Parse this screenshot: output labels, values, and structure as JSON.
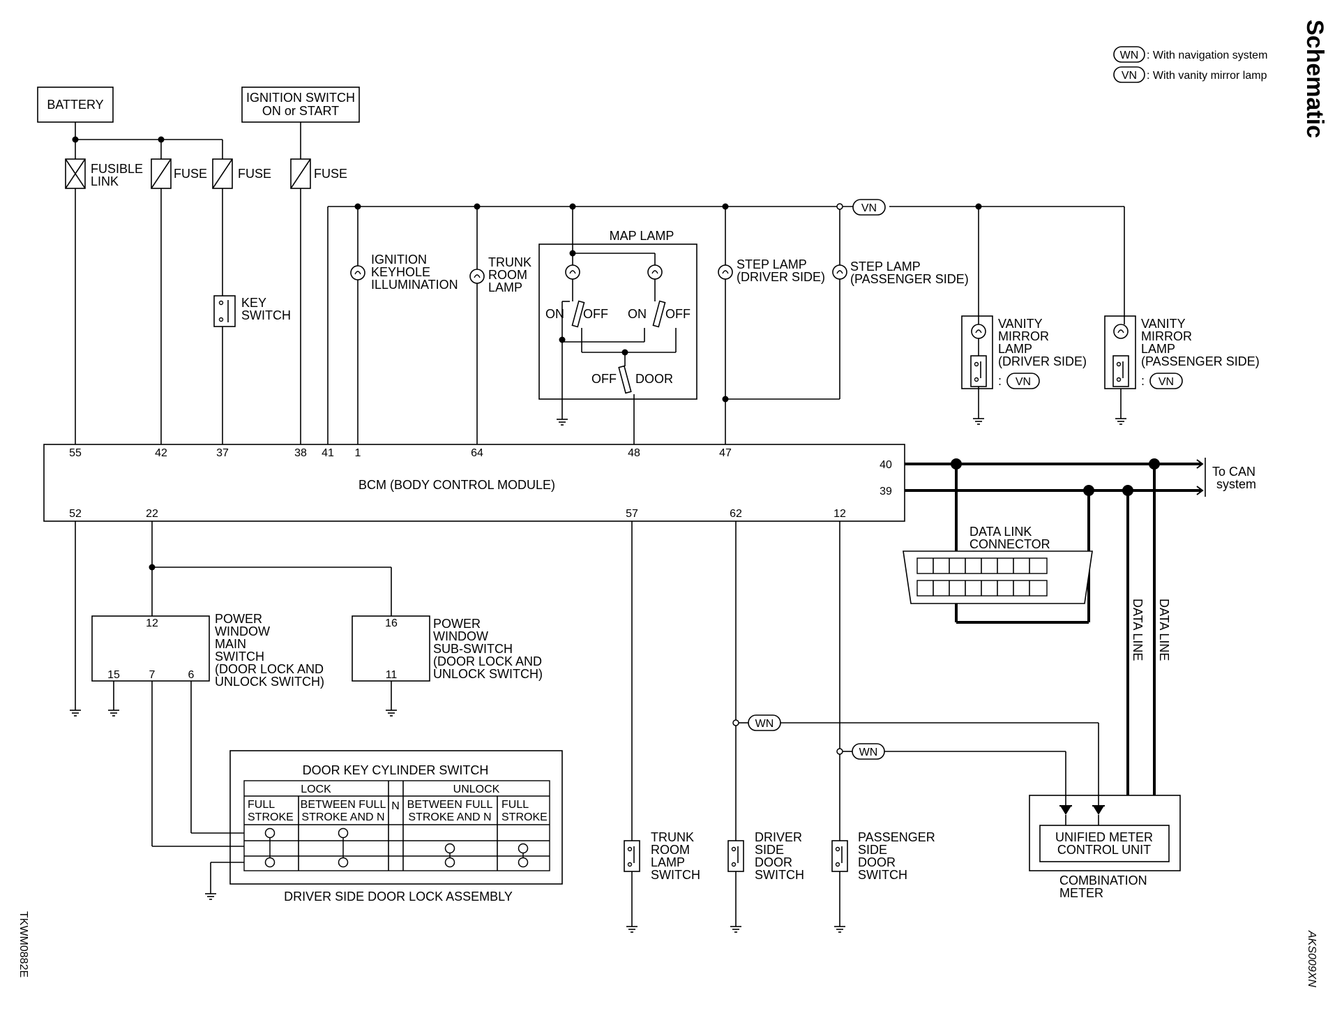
{
  "page": {
    "section_title": "Schematic",
    "legend": [
      {
        "code": "WN",
        "text": ": With navigation system"
      },
      {
        "code": "VN",
        "text": ": With vanity mirror lamp"
      }
    ],
    "doc_id_left": "TKWM0882E",
    "doc_id_right": "AKS009XN"
  },
  "power": {
    "battery": "BATTERY",
    "ignition_line1": "IGNITION SWITCH",
    "ignition_line2": "ON or START",
    "fusible_link_line1": "FUSIBLE",
    "fusible_link_line2": "LINK",
    "fuse": "FUSE"
  },
  "components": {
    "key_switch": [
      "KEY",
      "SWITCH"
    ],
    "ign_keyhole": [
      "IGNITION",
      "KEYHOLE",
      "ILLUMINATION"
    ],
    "trunk_room_lamp": [
      "TRUNK",
      "ROOM",
      "LAMP"
    ],
    "map_lamp": "MAP LAMP",
    "map_on": "ON",
    "map_off": "OFF",
    "map_door": "DOOR",
    "step_lamp_driver": [
      "STEP LAMP",
      "(DRIVER SIDE)"
    ],
    "step_lamp_passenger": [
      "STEP LAMP",
      "(PASSENGER SIDE)"
    ],
    "vanity_driver": [
      "VANITY",
      "MIRROR",
      "LAMP",
      "(DRIVER SIDE)"
    ],
    "vanity_passenger": [
      "VANITY",
      "MIRROR",
      "LAMP",
      "(PASSENGER SIDE)"
    ],
    "bcm": "BCM (BODY CONTROL MODULE)",
    "to_can": [
      "To CAN",
      "system"
    ],
    "data_link": [
      "DATA LINK",
      "CONNECTOR"
    ],
    "data_line": "DATA LINE",
    "pw_main": [
      "POWER",
      "WINDOW",
      "MAIN",
      "SWITCH",
      "(DOOR LOCK AND",
      " UNLOCK SWITCH)"
    ],
    "pw_sub": [
      "POWER",
      "WINDOW",
      "SUB-SWITCH",
      "(DOOR LOCK AND",
      " UNLOCK SWITCH)"
    ],
    "door_key_cyl": "DOOR KEY CYLINDER SWITCH",
    "lock": "LOCK",
    "unlock": "UNLOCK",
    "n": "N",
    "full_stroke": [
      "FULL",
      "STROKE"
    ],
    "between": [
      "BETWEEN FULL",
      "STROKE AND N"
    ],
    "driver_door_lock_assy": "DRIVER SIDE DOOR LOCK ASSEMBLY",
    "trunk_room_lamp_switch": [
      "TRUNK",
      "ROOM",
      "LAMP",
      "SWITCH"
    ],
    "driver_door_switch": [
      "DRIVER",
      "SIDE",
      "DOOR",
      "SWITCH"
    ],
    "passenger_door_switch": [
      "PASSENGER",
      "SIDE",
      "DOOR",
      "SWITCH"
    ],
    "unified_meter": [
      "UNIFIED METER",
      "CONTROL UNIT"
    ],
    "combination_meter": [
      "COMBINATION",
      "METER"
    ],
    "wn": "WN",
    "vn": "VN"
  },
  "pins": {
    "top": [
      "55",
      "42",
      "37",
      "38",
      "41",
      "1",
      "64",
      "48",
      "47"
    ],
    "right": [
      "40",
      "39"
    ],
    "bottom": [
      "52",
      "22",
      "57",
      "62",
      "12"
    ],
    "pw_main": [
      "12",
      "15",
      "7",
      "6"
    ],
    "pw_sub": [
      "16",
      "11"
    ]
  }
}
